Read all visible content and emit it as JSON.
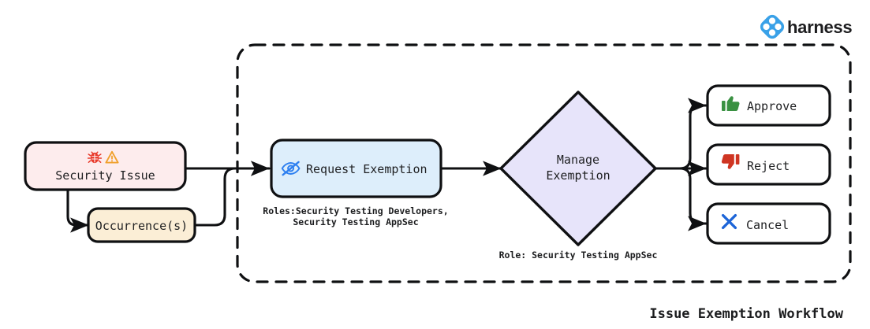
{
  "brand": {
    "name": "harness",
    "logo_icon": "harness-diamond-icon",
    "logo_color": "#39a1e8"
  },
  "diagram": {
    "title": "Issue Exemption Workflow",
    "boundary_style": "dashed",
    "boundary_color": "#101113"
  },
  "nodes": {
    "security_issue": {
      "label": "Security Issue",
      "icons": [
        "bug-icon",
        "warning-triangle-icon"
      ],
      "fill": "#fdeced",
      "stroke": "#0f1012",
      "bug_color": "#e8392a",
      "warning_color": "#f0a02c"
    },
    "occurrences": {
      "label": "Occurrence(s)",
      "fill": "#fbeed6",
      "stroke": "#0f1012"
    },
    "request_exemption": {
      "label": "Request Exemption",
      "icon": "eye-off-icon",
      "icon_color": "#2d7ff0",
      "fill": "#ddeefb",
      "stroke": "#0f1012",
      "caption_line1": "Roles:Security Testing Developers,",
      "caption_line2": "Security Testing AppSec"
    },
    "manage_exemption": {
      "label_line1": "Manage",
      "label_line2": "Exemption",
      "shape": "diamond",
      "fill": "#e7e4fa",
      "stroke": "#0f1012",
      "caption": "Role: Security Testing AppSec"
    }
  },
  "actions": [
    {
      "label": "Approve",
      "icon": "thumbs-up-icon",
      "icon_color": "#3a9142",
      "fill": "#ffffff",
      "stroke": "#0f1012"
    },
    {
      "label": "Reject",
      "icon": "thumbs-down-icon",
      "icon_color": "#cf3522",
      "fill": "#ffffff",
      "stroke": "#0f1012"
    },
    {
      "label": "Cancel",
      "icon": "x-mark-icon",
      "icon_color": "#1d65d8",
      "fill": "#ffffff",
      "stroke": "#0f1012"
    }
  ]
}
